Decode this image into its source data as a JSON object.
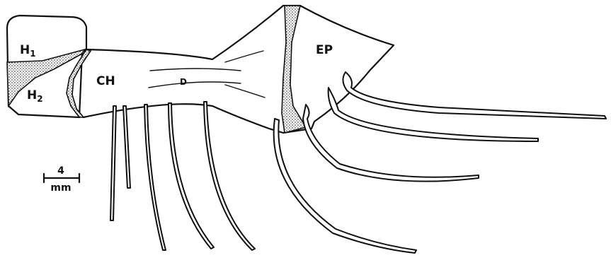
{
  "labels": {
    "h1": "H",
    "h1_sub": "1",
    "h2": "H",
    "h2_sub": "2",
    "ch": "CH",
    "ep": "EP",
    "d": "D"
  },
  "scale_bar": {
    "value": "4",
    "unit": "mm"
  }
}
